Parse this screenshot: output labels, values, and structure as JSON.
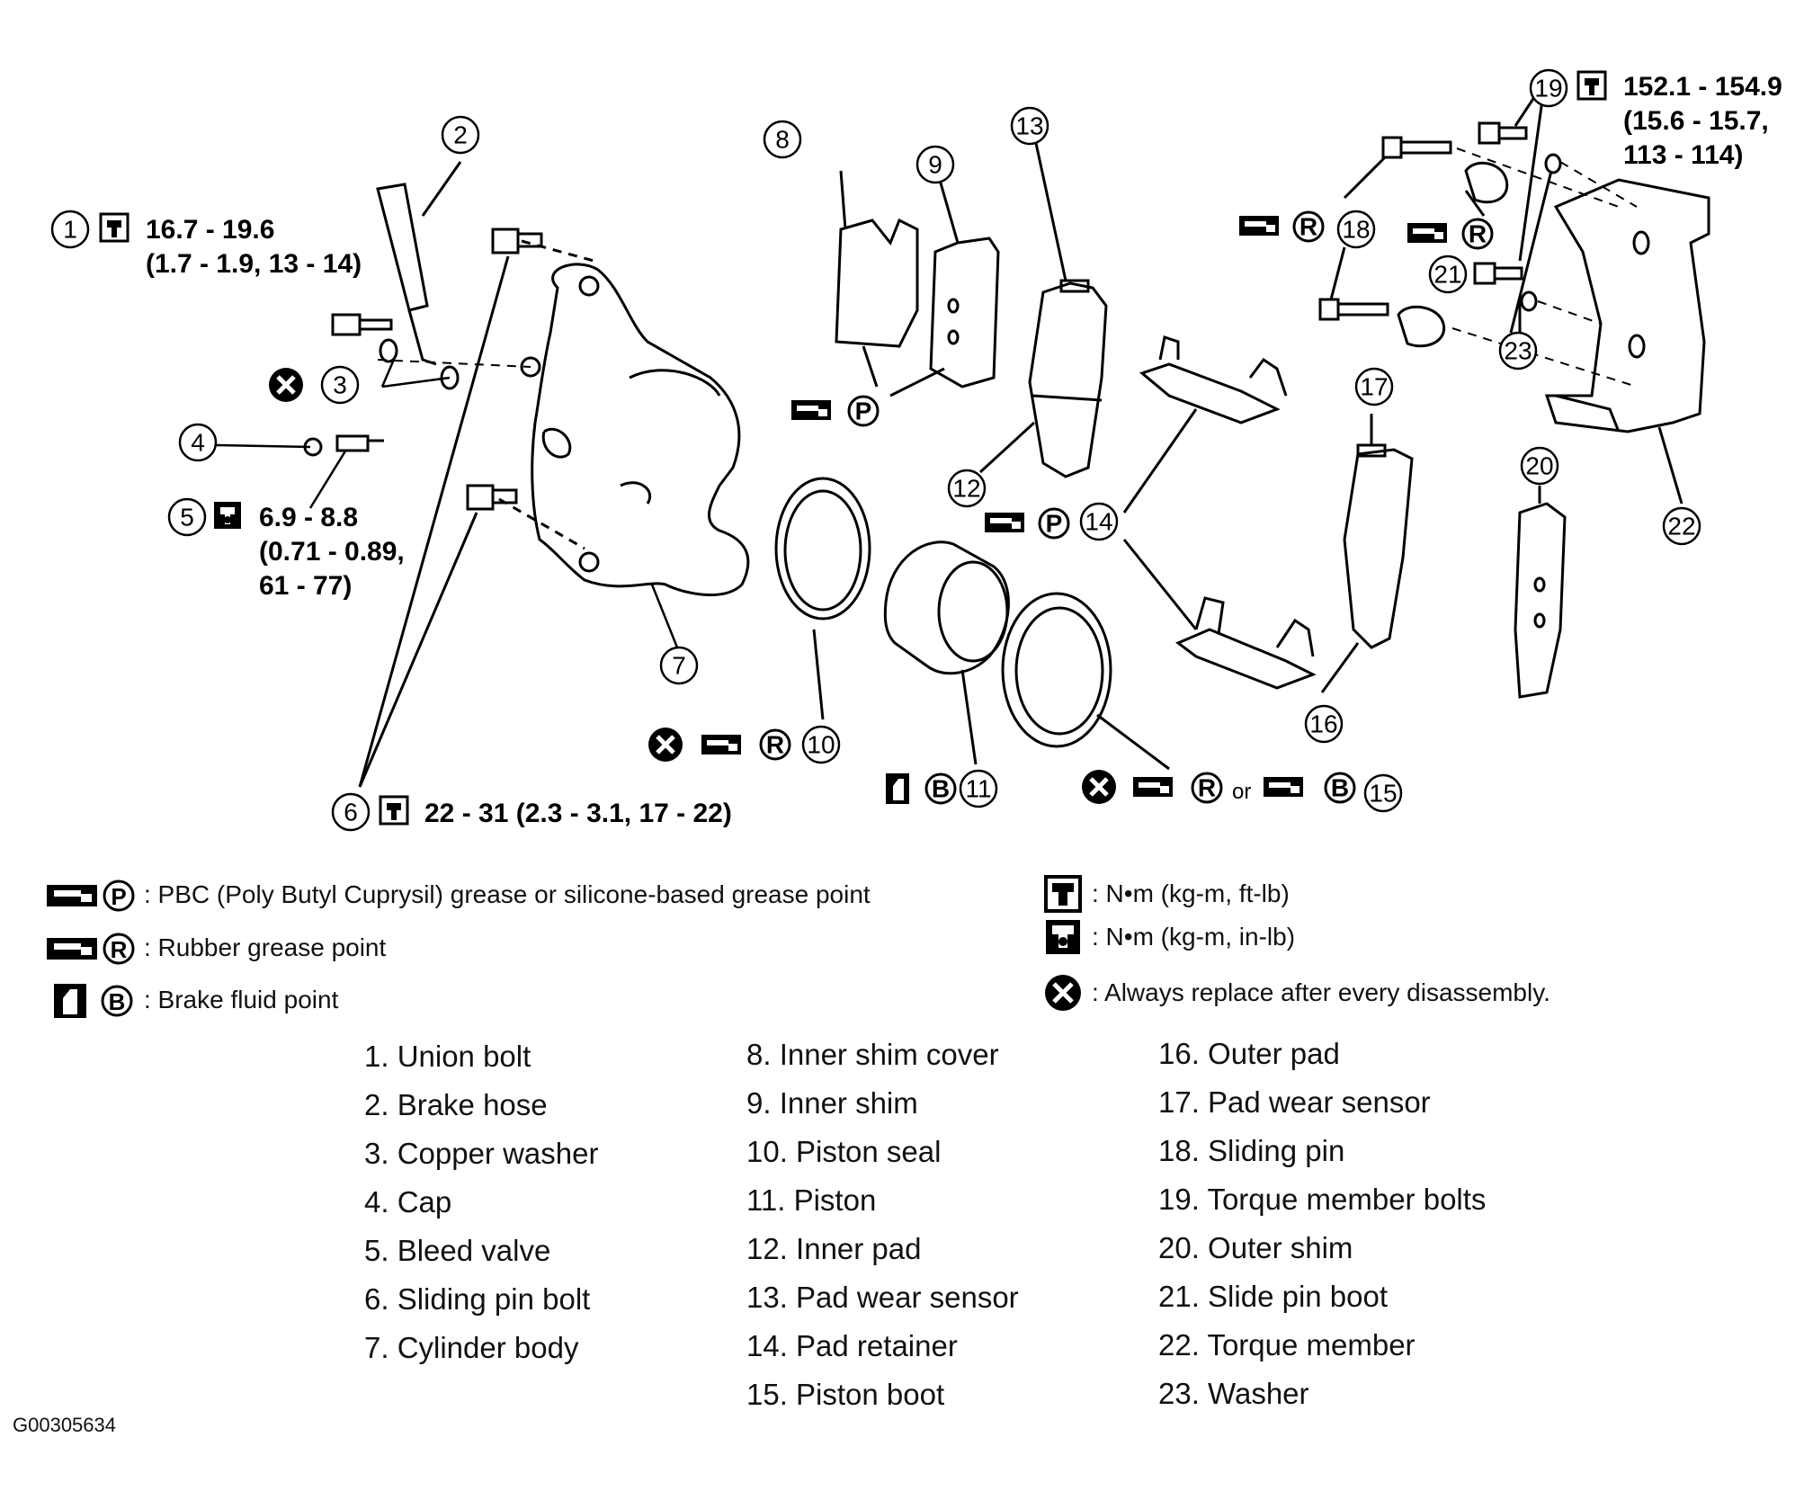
{
  "callouts": {
    "c1": "1",
    "c2": "2",
    "c3": "3",
    "c4": "4",
    "c5": "5",
    "c6": "6",
    "c7": "7",
    "c8": "8",
    "c9": "9",
    "c10": "10",
    "c11": "11",
    "c12": "12",
    "c13": "13",
    "c14": "14",
    "c15": "15",
    "c16": "16",
    "c17": "17",
    "c18": "18",
    "c19": "19",
    "c20": "20",
    "c21": "21",
    "c22": "22",
    "c23": "23"
  },
  "specs": {
    "s1_line1": "16.7 - 19.6",
    "s1_line2": "(1.7 - 1.9, 13 - 14)",
    "s5_line1": "6.9 - 8.8",
    "s5_line2": "(0.71 - 0.89,",
    "s5_line3": "61 - 77)",
    "s6_line1": "22 - 31 (2.3 - 3.1, 17 - 22)",
    "s19_line1": "152.1 - 154.9",
    "s19_line2": "(15.6 - 15.7,",
    "s19_line3": "113 - 114)",
    "or_text": "or"
  },
  "symbols": {
    "p": "P",
    "r": "R",
    "b": "B"
  },
  "legend": {
    "pbc": ": PBC (Poly Butyl Cuprysil) grease or silicone-based grease point",
    "rubber": ": Rubber grease point",
    "brake_fluid": ": Brake fluid point",
    "torque_ftlb": ":  N•m  (kg-m,  ft-lb)",
    "torque_inlb": ":  N•m  (kg-m,  in-lb)",
    "replace": ": Always replace after every disassembly."
  },
  "parts": [
    "1.  Union bolt",
    "2.  Brake hose",
    "3.  Copper washer",
    "4.  Cap",
    "5.  Bleed valve",
    "6.  Sliding pin bolt",
    "7.  Cylinder body",
    "8.  Inner shim cover",
    "9.  Inner shim",
    "10.  Piston seal",
    "11.  Piston",
    "12.  Inner pad",
    "13. Pad wear sensor",
    "14.  Pad retainer",
    "15.  Piston boot",
    "16. Outer pad",
    "17.  Pad wear sensor",
    "18.  Sliding pin",
    "19. Torque member bolts",
    "20.  Outer shim",
    "21.  Slide pin boot",
    "22. Torque member",
    "23.  Washer"
  ],
  "image_id": "G00305634"
}
